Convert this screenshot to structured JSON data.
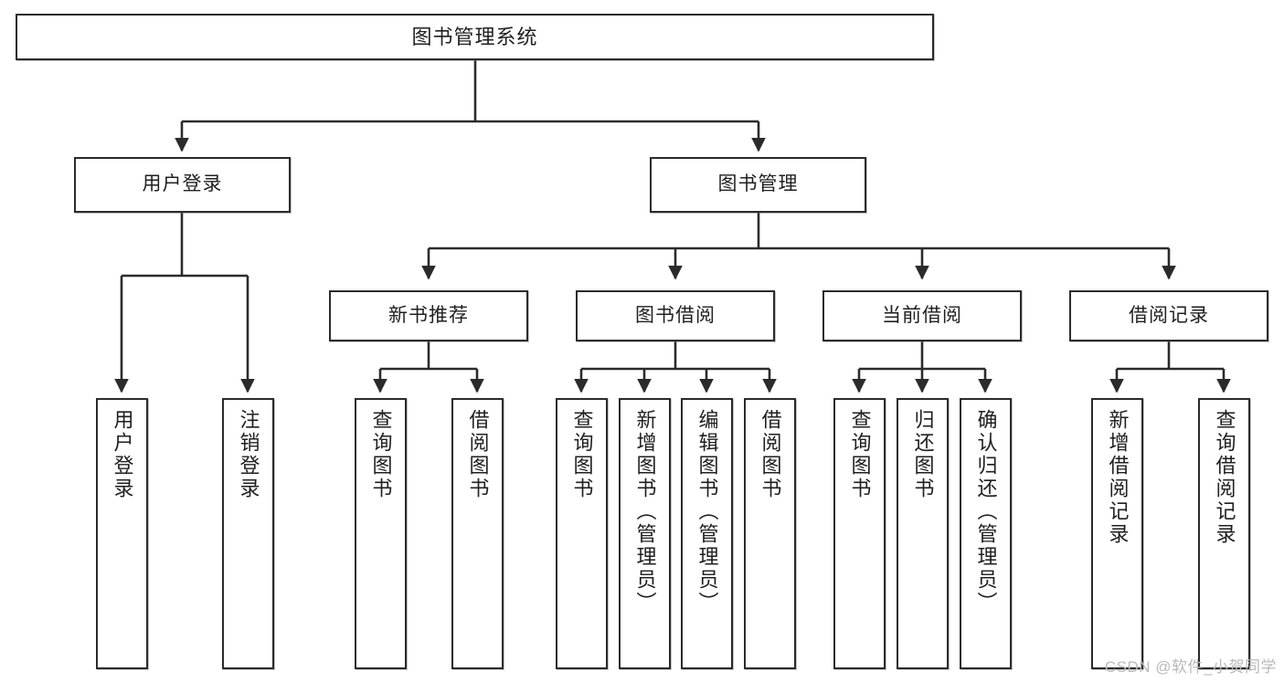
{
  "diagram": {
    "title": "图书管理系统",
    "type": "tree-hierarchy-diagram",
    "watermark": "CSDN @软件_小贺同学",
    "colors": {
      "background": "#ffffff",
      "box_border": "#2b2b2b",
      "connector": "#2b2b2b",
      "text": "#1f1f1f",
      "watermark": "#b9b9b9"
    },
    "root": {
      "label": "图书管理系统"
    },
    "level2": [
      {
        "label": "用户登录"
      },
      {
        "label": "图书管理"
      }
    ],
    "level3": [
      {
        "label": "新书推荐"
      },
      {
        "label": "图书借阅"
      },
      {
        "label": "当前借阅"
      },
      {
        "label": "借阅记录"
      }
    ],
    "leaves": {
      "user_login": [
        {
          "label": "用户登录"
        },
        {
          "label": "注销登录"
        }
      ],
      "new_book_recommend": [
        {
          "label": "查询图书"
        },
        {
          "label": "借阅图书"
        }
      ],
      "book_borrow": [
        {
          "label": "查询图书"
        },
        {
          "label": "新增图书（管理员）"
        },
        {
          "label": "编辑图书（管理员）"
        },
        {
          "label": "借阅图书"
        }
      ],
      "current_borrow": [
        {
          "label": "查询图书"
        },
        {
          "label": "归还图书"
        },
        {
          "label": "确认归还（管理员）"
        }
      ],
      "borrow_record": [
        {
          "label": "新增借阅记录"
        },
        {
          "label": "查询借阅记录"
        }
      ]
    }
  }
}
